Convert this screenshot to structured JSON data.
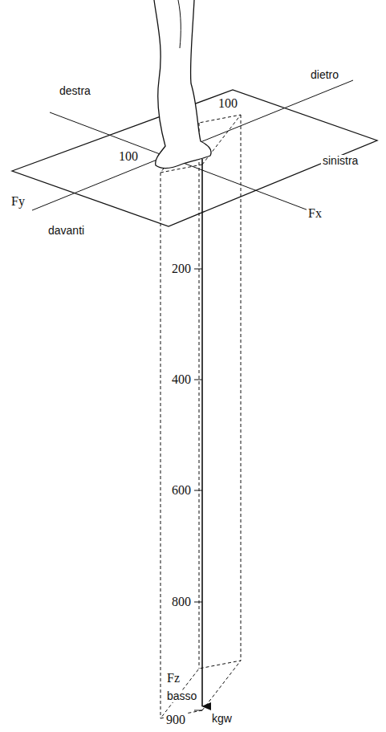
{
  "diagram": {
    "labels": [
      "destra",
      "dietro",
      "100",
      "100",
      "sinistra",
      "Fy",
      "Fx",
      "davanti",
      "200",
      "400",
      "600",
      "800",
      "Fz",
      "basso",
      "900",
      "kgw"
    ]
  }
}
